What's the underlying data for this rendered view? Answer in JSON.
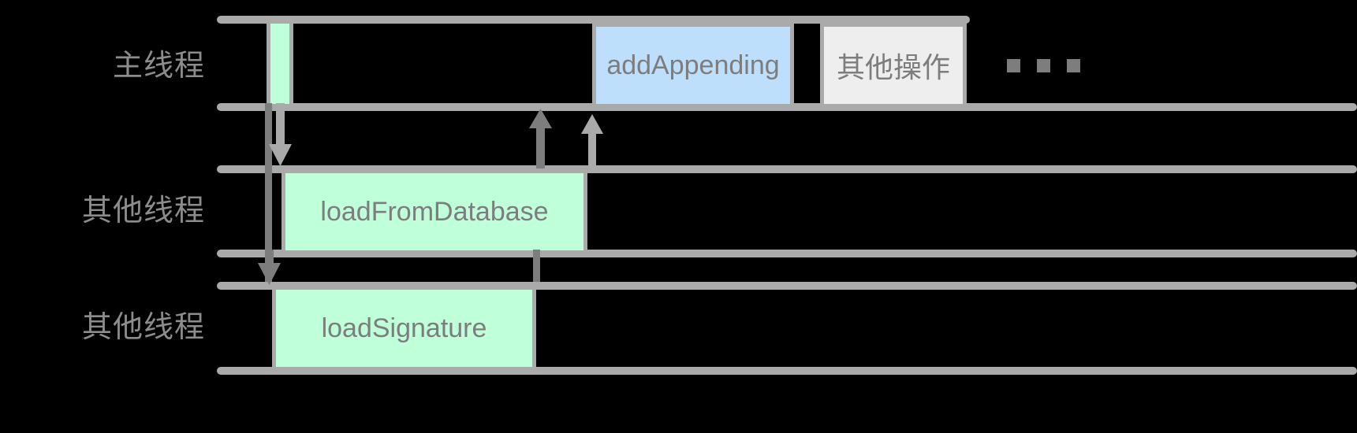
{
  "diagram": {
    "title": "thread-timeline-diagram",
    "type": "swimlane-sequence",
    "background_color": "#000000",
    "palette": {
      "lane_line": "#aaaaaa",
      "box_border": "#aaaaaa",
      "green_fill": "#bfffd9",
      "blue_fill": "#bddffc",
      "gray_fill": "#eeeeee",
      "text": "#7d7d7d",
      "label_text": "#8c8c8c",
      "arrow": "#7d7d7d",
      "arrow_light": "#aaaaaa"
    },
    "lanes": [
      {
        "id": "main-thread",
        "label": "主线程",
        "tasks": [
          {
            "id": "initial-task",
            "label": "",
            "fill": "green"
          },
          {
            "id": "add-appending",
            "label": "addAppending",
            "fill": "blue"
          },
          {
            "id": "other-ops",
            "label": "其他操作",
            "fill": "gray"
          }
        ],
        "trailing_ellipsis": "•••"
      },
      {
        "id": "other-thread-1",
        "label": "其他线程",
        "tasks": [
          {
            "id": "load-from-database",
            "label": "loadFromDatabase",
            "fill": "green"
          }
        ],
        "trailing_ellipsis": ""
      },
      {
        "id": "other-thread-2",
        "label": "其他线程",
        "tasks": [
          {
            "id": "load-signature",
            "label": "loadSignature",
            "fill": "green"
          }
        ],
        "trailing_ellipsis": ""
      }
    ],
    "arrows": [
      {
        "id": "dispatch-to-thread-1",
        "direction": "down",
        "from": "main-thread",
        "to": "other-thread-1"
      },
      {
        "id": "dispatch-to-thread-2",
        "direction": "down",
        "from": "main-thread",
        "to": "other-thread-2"
      },
      {
        "id": "return-from-thread-1",
        "direction": "up",
        "from": "other-thread-1",
        "to": "main-thread"
      },
      {
        "id": "return-from-thread-2",
        "direction": "up",
        "from": "other-thread-2",
        "to": "main-thread"
      }
    ]
  }
}
